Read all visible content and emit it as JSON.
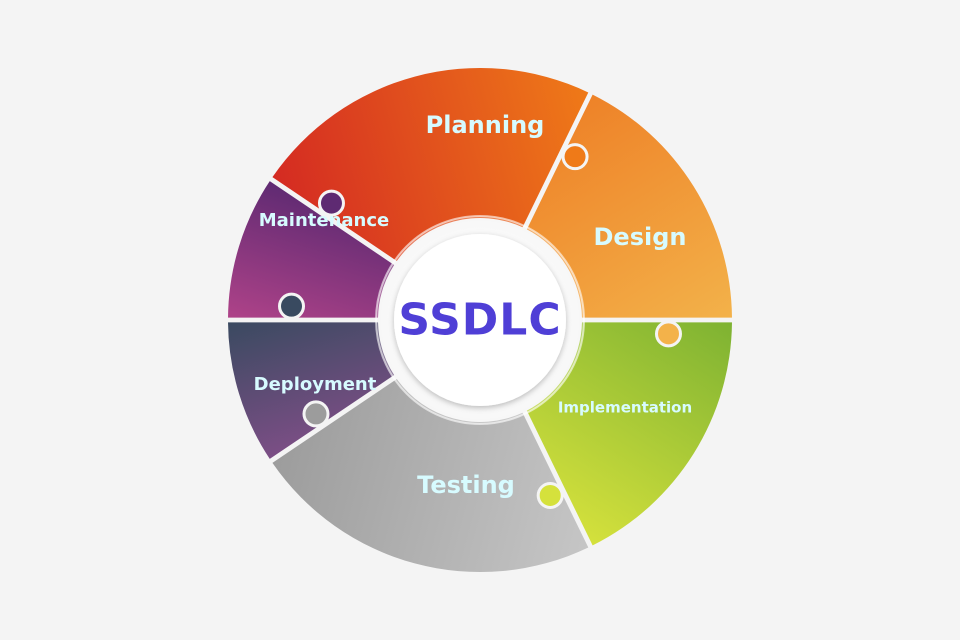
{
  "center": {
    "label": "SSDLC",
    "color": "#4f3fd6"
  },
  "label_color": "#d7fbff",
  "segments": [
    {
      "id": "planning",
      "label": "Planning",
      "color_a": "#d42a22",
      "color_b": "#ef7a18"
    },
    {
      "id": "design",
      "label": "Design",
      "color_a": "#ee8228",
      "color_b": "#f3b24a"
    },
    {
      "id": "implementation",
      "label": "Implementation",
      "color_a": "#7db232",
      "color_b": "#d5e13c"
    },
    {
      "id": "testing",
      "label": "Testing",
      "color_a": "#c6c6c6",
      "color_b": "#9c9c9c"
    },
    {
      "id": "deployment",
      "label": "Deployment",
      "color_a": "#7d4e86",
      "color_b": "#394a60"
    },
    {
      "id": "maintenance",
      "label": "Maintenance",
      "color_a": "#b04389",
      "color_b": "#5e2a72"
    }
  ]
}
